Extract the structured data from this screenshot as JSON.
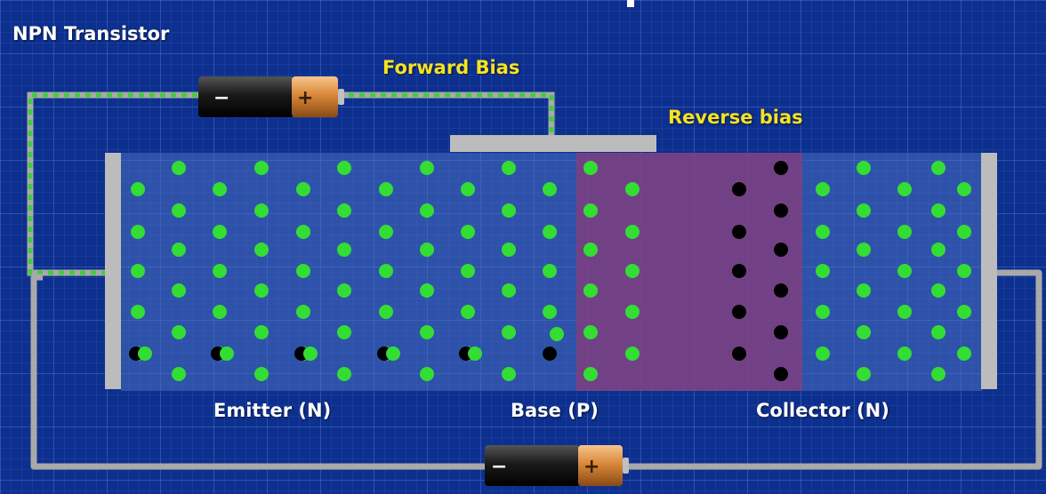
{
  "title": "NPN Transistor",
  "forward_bias_label": "Forward Bias",
  "reverse_bias_label": "Reverse bias",
  "regions": {
    "emitter": "Emitter (N)",
    "base": "Base (P)",
    "collector": "Collector (N)"
  },
  "batteries": {
    "forward": {
      "negative": "−",
      "positive": "+"
    },
    "reverse": {
      "negative": "−",
      "positive": "+"
    }
  },
  "colors": {
    "background": "#0d2f8e",
    "electron": "#33dd33",
    "hole": "#000000",
    "depletion_region": "#8a3c7a",
    "label_yellow": "#f5e321",
    "wire": "#a9a9a9"
  }
}
